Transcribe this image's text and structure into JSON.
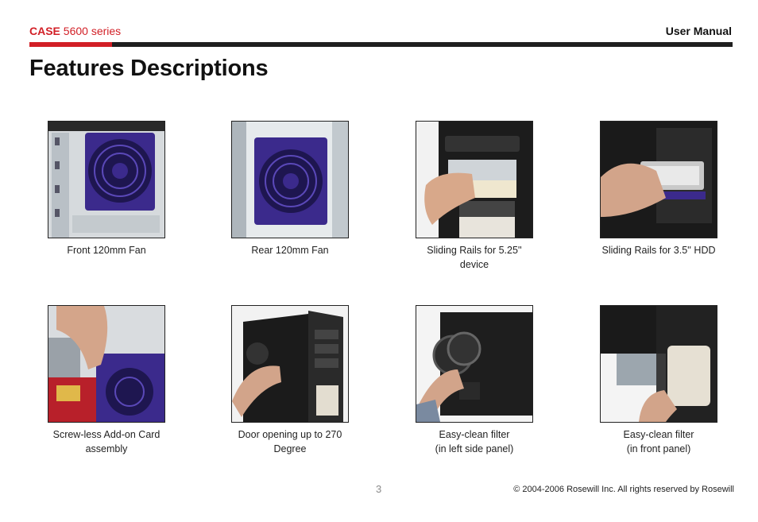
{
  "header": {
    "brand": "CASE",
    "series": "5600 series",
    "manual": "User Manual"
  },
  "page_title": "Features Descriptions",
  "features": [
    {
      "caption_line1": "Front 120mm Fan",
      "caption_line2": ""
    },
    {
      "caption_line1": "Rear 120mm Fan",
      "caption_line2": ""
    },
    {
      "caption_line1": "Sliding Rails for 5.25''",
      "caption_line2": "device"
    },
    {
      "caption_line1": "Sliding Rails for 3.5'' HDD",
      "caption_line2": ""
    },
    {
      "caption_line1": "Screw-less Add-on Card",
      "caption_line2": "assembly"
    },
    {
      "caption_line1": "Door opening up to 270",
      "caption_line2": "Degree"
    },
    {
      "caption_line1": "Easy-clean filter",
      "caption_line2": "(in left side panel)"
    },
    {
      "caption_line1": "Easy-clean filter",
      "caption_line2": "(in front panel)"
    }
  ],
  "footer": {
    "page_number": "3",
    "copyright": "© 2004-2006 Rosewill Inc. All rights reserved by Rosewill"
  },
  "colors": {
    "accent": "#d21f26",
    "rule": "#1f1f1f",
    "fan": "#3b2a8c"
  }
}
